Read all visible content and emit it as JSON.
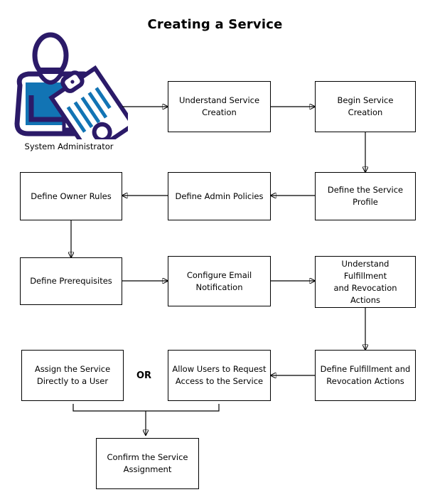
{
  "diagram": {
    "title": "Creating a Service",
    "type": "flowchart",
    "actor": {
      "name": "system-administrator-icon",
      "label": "System Administrator",
      "icon": "person-with-clipboard-icon",
      "colors": {
        "outline": "#2B1A68",
        "fill": "#1274B4",
        "paper": "#FFFFFF"
      }
    },
    "or_label": "OR",
    "colors": {
      "box_border": "#000000",
      "box_fill": "#FFFFFF",
      "connector": "#000000",
      "text": "#000000"
    },
    "nodes": [
      {
        "id": "understand-service-creation",
        "label": "Understand Service\nCreation"
      },
      {
        "id": "begin-service-creation",
        "label": "Begin Service Creation"
      },
      {
        "id": "define-the-service-profile",
        "label": "Define the Service\nProfile"
      },
      {
        "id": "define-admin-policies",
        "label": "Define Admin Policies"
      },
      {
        "id": "define-owner-rules",
        "label": "Define Owner Rules"
      },
      {
        "id": "define-prerequisites",
        "label": "Define Prerequisites"
      },
      {
        "id": "configure-email-notification",
        "label": "Configure Email\nNotification"
      },
      {
        "id": "understand-fulfillment-and-revocation-actions",
        "label": "Understand Fulfillment\nand Revocation Actions"
      },
      {
        "id": "define-fulfillment-and-revocation-actions",
        "label": "Define Fulfillment and\nRevocation Actions"
      },
      {
        "id": "allow-users-to-request-access",
        "label": "Allow Users to Request\nAccess to the Service"
      },
      {
        "id": "assign-the-service-directly",
        "label": "Assign the Service\nDirectly to a User"
      },
      {
        "id": "confirm-the-service-assignment",
        "label": "Confirm the Service\nAssignment"
      }
    ],
    "edges": [
      {
        "from": "system-administrator",
        "to": "understand-service-creation"
      },
      {
        "from": "understand-service-creation",
        "to": "begin-service-creation"
      },
      {
        "from": "begin-service-creation",
        "to": "define-the-service-profile"
      },
      {
        "from": "define-the-service-profile",
        "to": "define-admin-policies"
      },
      {
        "from": "define-admin-policies",
        "to": "define-owner-rules"
      },
      {
        "from": "define-owner-rules",
        "to": "define-prerequisites"
      },
      {
        "from": "define-prerequisites",
        "to": "configure-email-notification"
      },
      {
        "from": "configure-email-notification",
        "to": "understand-fulfillment-and-revocation-actions"
      },
      {
        "from": "understand-fulfillment-and-revocation-actions",
        "to": "define-fulfillment-and-revocation-actions"
      },
      {
        "from": "define-fulfillment-and-revocation-actions",
        "to": "allow-users-to-request-access"
      },
      {
        "from": "assign-the-service-directly",
        "to": "confirm-the-service-assignment"
      },
      {
        "from": "allow-users-to-request-access",
        "to": "confirm-the-service-assignment"
      }
    ]
  }
}
